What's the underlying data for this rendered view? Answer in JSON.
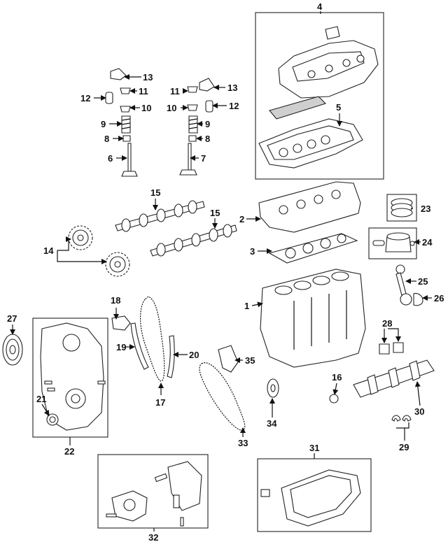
{
  "callouts": {
    "c1": "1",
    "c2": "2",
    "c3": "3",
    "c4": "4",
    "c5": "5",
    "c6": "6",
    "c7": "7",
    "c8a": "8",
    "c8b": "8",
    "c9a": "9",
    "c9b": "9",
    "c10a": "10",
    "c10b": "10",
    "c11a": "11",
    "c11b": "11",
    "c12a": "12",
    "c12b": "12",
    "c13a": "13",
    "c13b": "13",
    "c14": "14",
    "c15a": "15",
    "c15b": "15",
    "c16": "16",
    "c17": "17",
    "c18": "18",
    "c19": "19",
    "c20": "20",
    "c21": "21",
    "c22": "22",
    "c23": "23",
    "c24": "24",
    "c25": "25",
    "c26": "26",
    "c27": "27",
    "c28": "28",
    "c29": "29",
    "c30": "30",
    "c31": "31",
    "c32": "32",
    "c33": "33",
    "c34": "34",
    "c35": "35"
  },
  "colors": {
    "ink": "#111111",
    "fill": "#ffffff",
    "shade": "#cfcfcf"
  }
}
